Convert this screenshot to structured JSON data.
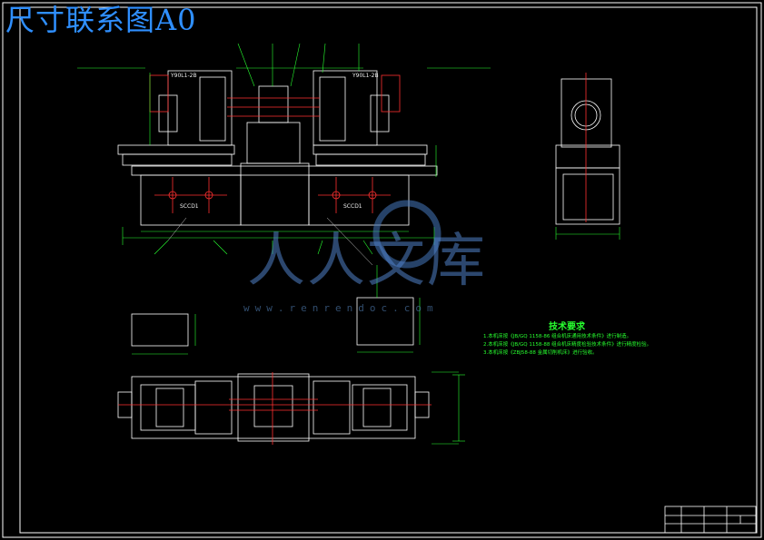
{
  "drawing": {
    "title": "尺寸联系图A0"
  },
  "annotations": {
    "motor_left": "Y90L1-2B",
    "motor_right": "Y90L1-2B",
    "section_left": "SCCD1",
    "section_right": "SCCD1"
  },
  "tech_requirements": {
    "title": "技术要求",
    "notes": [
      "1.本机床按《JB/GQ 1158-86 组合机床通用技术条件》进行制造。",
      "2.本机床按《JB/GQ 1158-88 组合机床精度检验技术条件》进行精度检验。",
      "3.本机床按《ZBJ58-88 金属切削机床》进行验收。"
    ]
  },
  "watermark": {
    "logo_text": "人人文库",
    "url": "www.renrendoc.com"
  }
}
